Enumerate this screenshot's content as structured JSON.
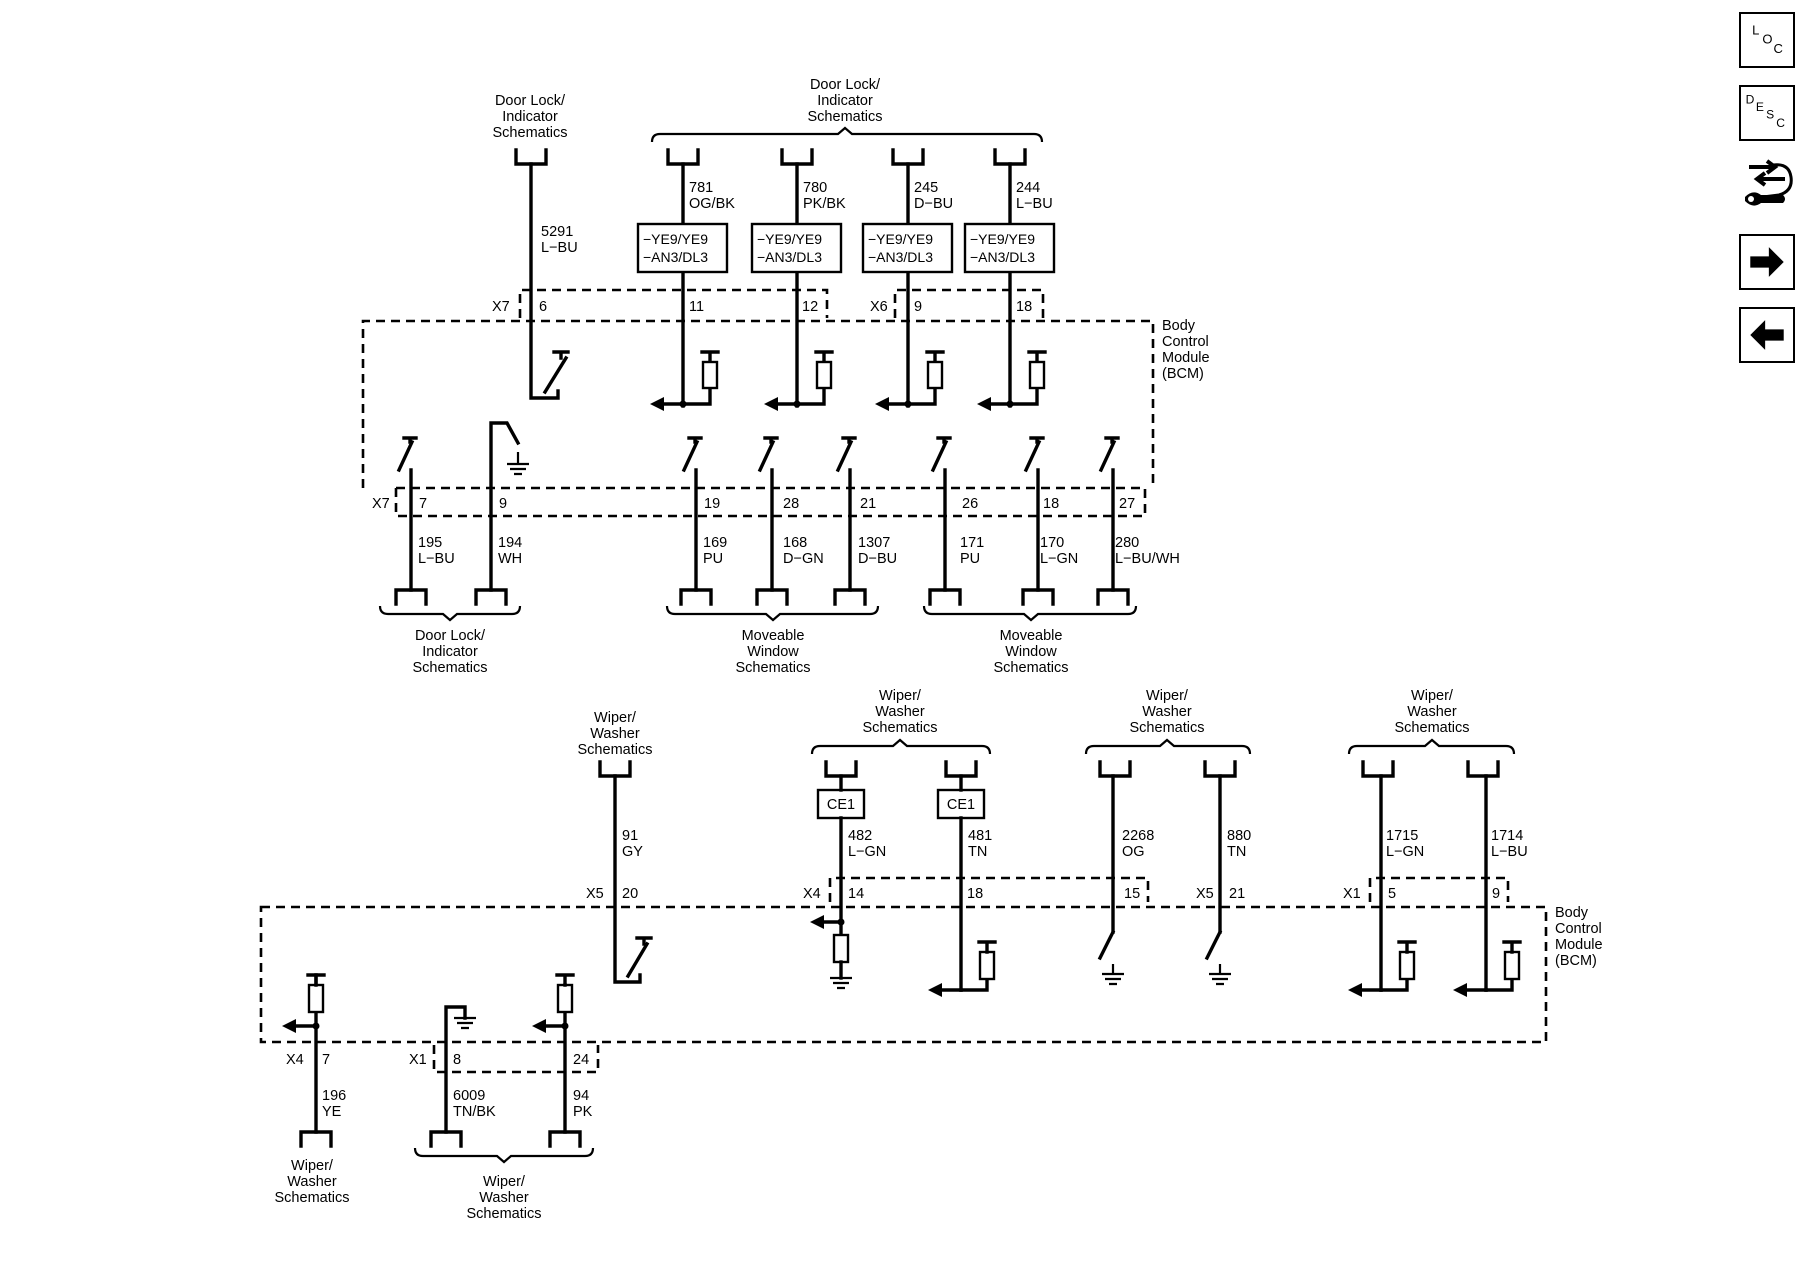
{
  "nav": {
    "loc": [
      "L",
      "O",
      "C"
    ],
    "desc": [
      "D",
      "E",
      "S",
      "C"
    ]
  },
  "module_name": [
    "Body",
    "Control",
    "Module",
    "(BCM)"
  ],
  "destinations": {
    "door_lock": [
      "Door Lock/",
      "Indicator",
      "Schematics"
    ],
    "moveable_window": [
      "Moveable",
      "Window",
      "Schematics"
    ],
    "wiper_washer": [
      "Wiper/",
      "Washer",
      "Schematics"
    ]
  },
  "connectors": [
    "X7",
    "X6",
    "X5",
    "X4",
    "X1"
  ],
  "options": {
    "ye9": "−YE9/YE9",
    "an3": "−AN3/DL3",
    "ce1": "CE1"
  },
  "top_inputs": [
    {
      "circuit": "5291",
      "color": "L−BU",
      "connector": "X7",
      "pin": "6"
    },
    {
      "circuit": "781",
      "color": "OG/BK",
      "pin": "11"
    },
    {
      "circuit": "780",
      "color": "PK/BK",
      "pin": "12"
    },
    {
      "circuit": "245",
      "color": "D−BU",
      "connector": "X6",
      "pin": "9"
    },
    {
      "circuit": "244",
      "color": "L−BU",
      "pin": "18"
    }
  ],
  "top_outputs": [
    {
      "circuit": "195",
      "color": "L−BU",
      "connector": "X7",
      "pin": "7"
    },
    {
      "circuit": "194",
      "color": "WH",
      "pin": "9"
    },
    {
      "circuit": "169",
      "color": "PU",
      "pin": "19"
    },
    {
      "circuit": "168",
      "color": "D−GN",
      "pin": "28"
    },
    {
      "circuit": "1307",
      "color": "D−BU",
      "pin": "21"
    },
    {
      "circuit": "171",
      "color": "PU",
      "pin": "26"
    },
    {
      "circuit": "170",
      "color": "L−GN",
      "pin": "18"
    },
    {
      "circuit": "280",
      "color": "L−BU/WH",
      "pin": "27"
    }
  ],
  "bottom_inputs": [
    {
      "circuit": "91",
      "color": "GY",
      "connector": "X5",
      "pin": "20"
    },
    {
      "circuit": "482",
      "color": "L−GN",
      "connector": "X4",
      "pin": "14"
    },
    {
      "circuit": "481",
      "color": "TN",
      "pin": "18"
    },
    {
      "circuit": "2268",
      "color": "OG",
      "pin": "15"
    },
    {
      "circuit": "880",
      "color": "TN",
      "connector": "X5",
      "pin": "21"
    },
    {
      "circuit": "1715",
      "color": "L−GN",
      "connector": "X1",
      "pin": "5"
    },
    {
      "circuit": "1714",
      "color": "L−BU",
      "pin": "9"
    }
  ],
  "bottom_outputs": [
    {
      "circuit": "196",
      "color": "YE",
      "connector": "X4",
      "pin": "7"
    },
    {
      "circuit": "6009",
      "color": "TN/BK",
      "connector": "X1",
      "pin": "8"
    },
    {
      "circuit": "94",
      "color": "PK",
      "pin": "24"
    }
  ]
}
